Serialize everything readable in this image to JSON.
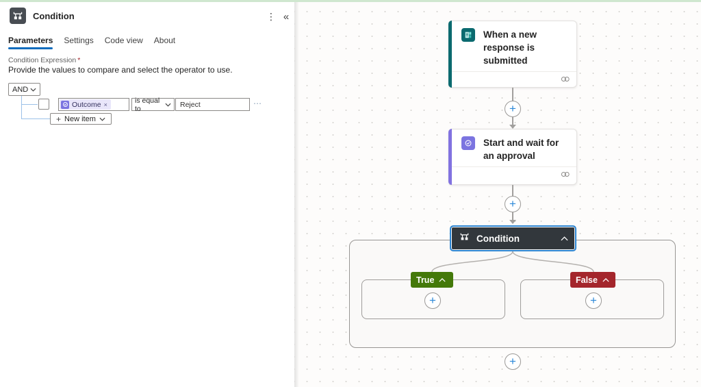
{
  "panel": {
    "title": "Condition",
    "more_icon": "⋮",
    "collapse_icon": "«",
    "tabs": [
      {
        "label": "Parameters"
      },
      {
        "label": "Settings"
      },
      {
        "label": "Code view"
      },
      {
        "label": "About"
      }
    ],
    "field_label": "Condition Expression",
    "required_mark": "*",
    "description": "Provide the values to compare and select the operator to use.",
    "group_operator": "AND",
    "row": {
      "token": "Outcome",
      "token_remove": "×",
      "operator": "is equal to",
      "value": "Reject",
      "more": "⋯"
    },
    "new_item": {
      "plus": "+",
      "label": "New item"
    }
  },
  "canvas": {
    "plus_glyph": "+",
    "cards": [
      {
        "title": "When a new response is submitted"
      },
      {
        "title": "Start and wait for an approval"
      }
    ],
    "condition_node": {
      "label": "Condition"
    },
    "branches": [
      {
        "label": "True"
      },
      {
        "label": "False"
      }
    ]
  },
  "colors": {
    "accent_blue": "#0f6cbd",
    "selection_blue": "#2b83d0",
    "true_green": "#44790a",
    "false_red": "#a4262c",
    "forms_teal": "#0b6a6f",
    "approvals_purple": "#7b74e0"
  }
}
